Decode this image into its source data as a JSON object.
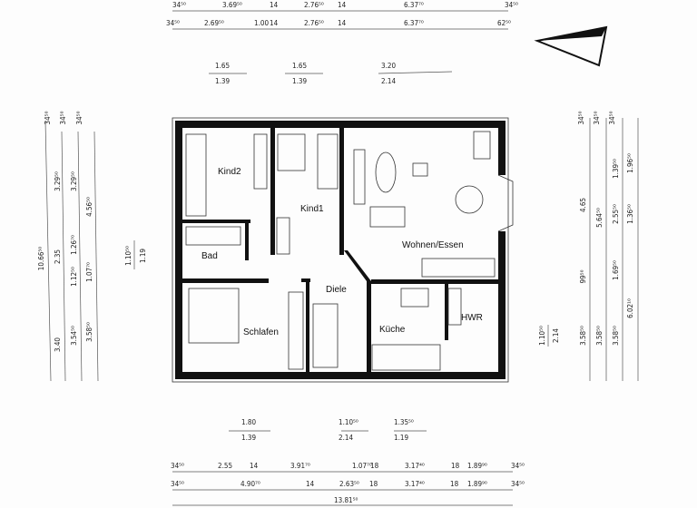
{
  "rooms": {
    "kind2": "Kind2",
    "kind1": "Kind1",
    "bad": "Bad",
    "wohnen": "Wohnen/Essen",
    "diele": "Diele",
    "schlafen": "Schlafen",
    "kueche": "Küche",
    "hwr": "HWR"
  },
  "dimensions": {
    "top_row1": [
      "34⁵⁰",
      "3.69⁵⁰",
      "14",
      "2.76⁵⁰",
      "14",
      "6.37⁷⁰",
      "34⁵⁰"
    ],
    "top_row2": [
      "34⁵⁰",
      "2.69⁵⁰",
      "1.00",
      "14",
      "2.76⁵⁰",
      "14",
      "6.37⁷⁰",
      "62⁵⁰"
    ],
    "top_openings": [
      [
        "1.65",
        "1.39"
      ],
      [
        "1.65",
        "1.39"
      ],
      [
        "3.20",
        "2.14"
      ]
    ],
    "bottom_openings": [
      [
        "1.80",
        "1.39"
      ],
      [
        "1.10⁵⁰",
        "2.14"
      ],
      [
        "1.35⁵⁰",
        "1.19"
      ]
    ],
    "bottom_row1": [
      "34⁵⁰",
      "2.55",
      "14",
      "3.91⁷⁰",
      "1.07⁷⁰",
      "18",
      "3.17⁴⁰",
      "18",
      "1.89⁹⁰",
      "34⁵⁰"
    ],
    "bottom_row2": [
      "34⁵⁰",
      "4.90⁷⁰",
      "14",
      "2.63⁵⁰",
      "18",
      "3.17⁴⁰",
      "18",
      "1.89⁹⁰",
      "34⁵⁰"
    ],
    "bottom_total": "13.81⁵⁰",
    "left_col1": [
      "10.66⁵⁰"
    ],
    "left_col2": [
      "3.29⁵⁰",
      "2.35",
      "3.40"
    ],
    "left_col3": [
      "3.29⁵⁰",
      "1.26⁷⁰",
      "1.12⁵⁰",
      "3.54⁵⁰"
    ],
    "left_col4": [
      "4.56⁵⁰",
      "1.07⁷⁰",
      "3.58⁵⁰"
    ],
    "left_end_labels": [
      "34⁵⁰",
      "34⁵⁰",
      "34⁵⁰"
    ],
    "left_opening": [
      "1.10⁵⁰",
      "1.19"
    ],
    "right_col1": [
      "4.65",
      "99⁵⁰",
      "3.58⁵⁰"
    ],
    "right_col2": [
      "5.64⁵⁰",
      "3.58⁵⁰"
    ],
    "right_col3": [
      "1.39⁵⁰",
      "2.55⁵⁰",
      "1.69⁵⁰",
      "3.58⁵⁰"
    ],
    "right_col4": [
      "1.96⁵⁰",
      "1.36⁵⁰",
      "6.02¹⁰"
    ],
    "right_end_labels": [
      "34⁵⁰",
      "34⁵⁰",
      "34⁵⁰"
    ],
    "right_opening": [
      "1.10⁵⁰",
      "2.14"
    ]
  },
  "colors": {
    "walls": "#111111",
    "lines": "#555555",
    "background": "#fdfdfd"
  }
}
